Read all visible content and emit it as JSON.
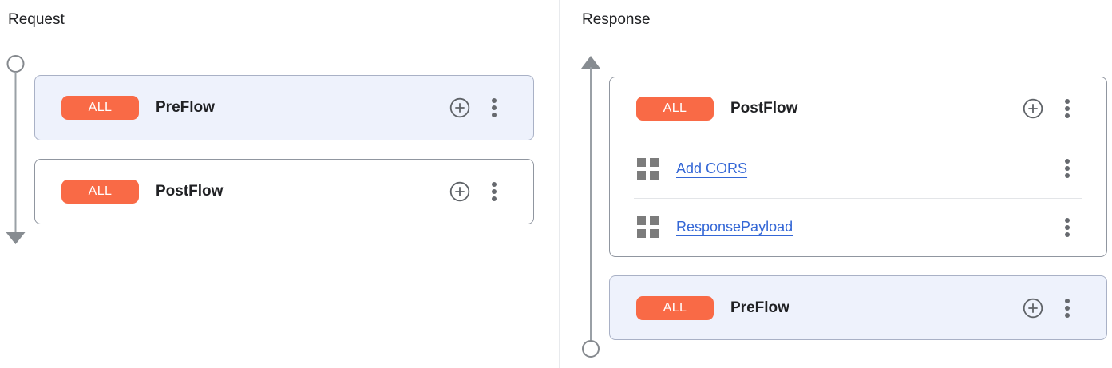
{
  "request": {
    "title": "Request",
    "cards": [
      {
        "badge": "ALL",
        "name": "PreFlow",
        "highlighted": true,
        "policies": []
      },
      {
        "badge": "ALL",
        "name": "PostFlow",
        "highlighted": false,
        "policies": []
      }
    ]
  },
  "response": {
    "title": "Response",
    "cards": [
      {
        "badge": "ALL",
        "name": "PostFlow",
        "highlighted": false,
        "policies": [
          {
            "label": "Add CORS"
          },
          {
            "label": "ResponsePayload"
          }
        ]
      },
      {
        "badge": "ALL",
        "name": "PreFlow",
        "highlighted": true,
        "policies": []
      }
    ]
  },
  "icons": {
    "add": "add-circle-icon",
    "menu": "more-vert-icon",
    "policy": "policy-grid-icon"
  },
  "colors": {
    "badge_orange": "#f96a46",
    "highlight_card_bg": "#eef2fc",
    "link_blue": "#3467d6",
    "timeline_gray": "#9aa0a6",
    "icon_gray": "#5f6368",
    "card_border": "#9096a0"
  }
}
